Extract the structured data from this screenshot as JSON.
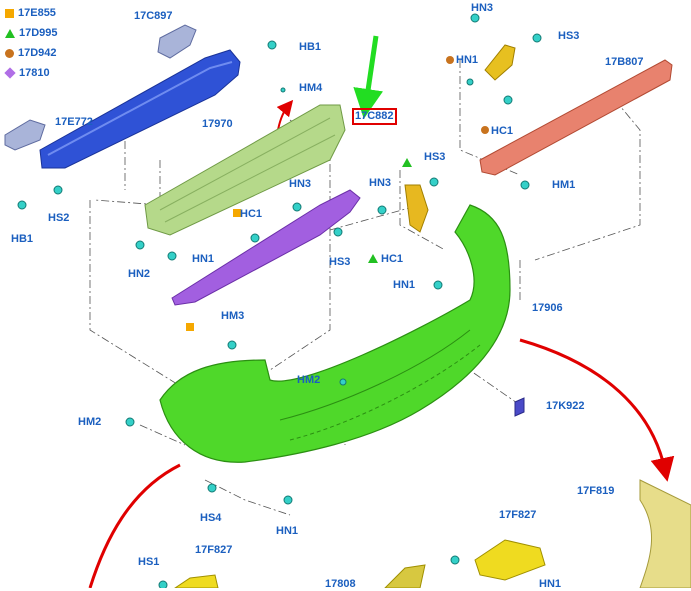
{
  "legend": [
    {
      "symbol": "square",
      "code": "17E855",
      "color": "#f5a800"
    },
    {
      "symbol": "triangle",
      "code": "17D995",
      "color": "#22c022"
    },
    {
      "symbol": "circle",
      "code": "17D942",
      "color": "#c8731e"
    },
    {
      "symbol": "diamond",
      "code": "17810",
      "color": "#b06ee6"
    }
  ],
  "parts": {
    "bumper_reinforcement": "17970",
    "reinforcement_bracket_left": "17E772",
    "reinforcement_bracket_top": "17C897",
    "energy_absorber": "17C882",
    "step_pad": "17B807",
    "bumper_cover": "17906",
    "valance": "17F819",
    "lower_bracket_left": "17F827",
    "lower_bracket_right": "17F827",
    "side_bracket_purple": "17810",
    "reflector": "17K922",
    "lower_part": "17808"
  },
  "fasteners": {
    "hb1_top": "HB1",
    "hb1_left": "HB1",
    "hs2": "HS2",
    "hm4": "HM4",
    "hc1_mid": "HC1",
    "hn1_mid": "HN1",
    "hn2": "HN2",
    "hn3_mid": "HN3",
    "hs3_mid": "HS3",
    "hm3": "HM3",
    "hm2_mid": "HM2",
    "hm2_left": "HM2",
    "hs4": "HS4",
    "hn1_bottom": "HN1",
    "hs1": "HS1",
    "hn3_top": "HN3",
    "hs3_top": "HS3",
    "hn1_top": "HN1",
    "hc1_top": "HC1",
    "hm1": "HM1",
    "hn3_right": "HN3",
    "hs3_right": "HS3",
    "hc1_right": "HC1",
    "hn1_right": "HN1",
    "hn1_bottom_right": "HN1"
  },
  "highlight_color": "#e00000",
  "pointer_color": "#22dd22"
}
